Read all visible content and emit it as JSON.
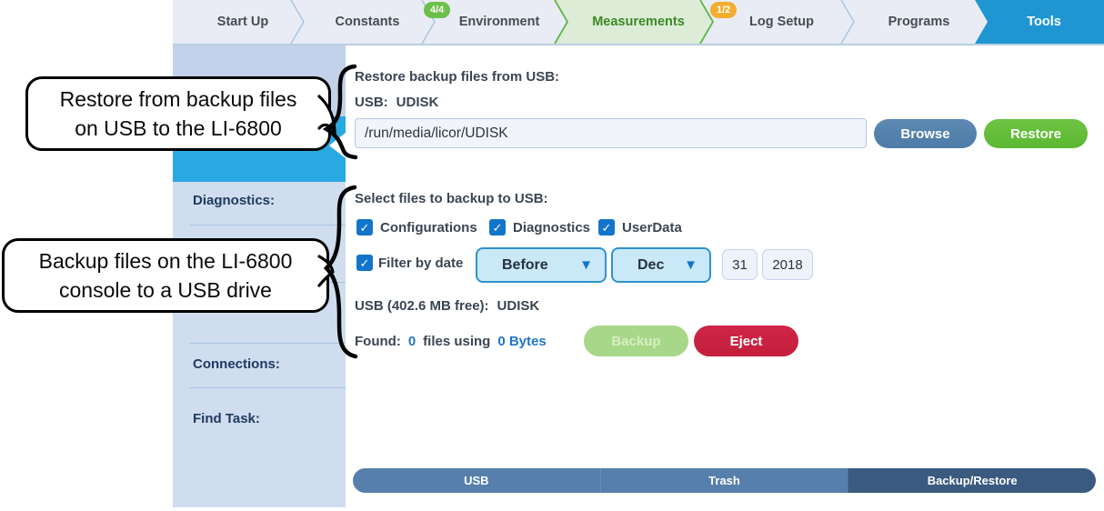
{
  "tab_bar": {
    "tabs": [
      {
        "label": "Start Up"
      },
      {
        "label": "Constants"
      },
      {
        "label": "Environment",
        "badge": "4/4"
      },
      {
        "label": "Measurements"
      },
      {
        "label": "Log Setup",
        "badge": "1/2"
      },
      {
        "label": "Programs"
      },
      {
        "label": "Tools"
      }
    ],
    "active_tab": "Tools"
  },
  "sidebar": {
    "items": [
      "Diagnostics:",
      "Connections:",
      "Find Task:"
    ]
  },
  "restore_section": {
    "heading": "Restore backup files from USB:",
    "usb_label": "USB:",
    "usb_value": "UDISK",
    "path_value": "/run/media/licor/UDISK",
    "browse_label": "Browse",
    "restore_label": "Restore"
  },
  "backup_section": {
    "heading": "Select files to backup to USB:",
    "checkboxes": [
      "Configurations",
      "Diagnostics",
      "UserData"
    ],
    "filter_label": "Filter by date",
    "range_value": "Before",
    "month_value": "Dec",
    "day_value": "31",
    "year_value": "2018",
    "dropdown_arrow": "▼",
    "check_glyph": "✓",
    "usb_free_label": "USB (402.6 MB free):",
    "usb_free_value": "UDISK",
    "found_label": "Found:",
    "found_count": "0",
    "found_connector": "files using",
    "found_size": "0 Bytes",
    "backup_label": "Backup",
    "eject_label": "Eject"
  },
  "bottom_bar": {
    "items": [
      "USB",
      "Trash",
      "Backup/Restore"
    ],
    "active": "Backup/Restore"
  },
  "callouts": [
    {
      "text_line1": "Restore from backup files",
      "text_line2": "on USB to the LI-6800"
    },
    {
      "text_line1": "Backup files on the LI-6800",
      "text_line2": "console to a USB drive"
    }
  ],
  "colors": {
    "tools_tab_blue": "#1f96d2",
    "measurements_green": "#3c8a26",
    "badge_green": "#6cc04a",
    "badge_orange": "#f2ad31",
    "sidebar_active_blue": "#29a9e2",
    "checkbox_blue": "#1375c9",
    "link_blue": "#2176c7",
    "browse_blue": "#4d7ba7",
    "restore_green": "#5cb832",
    "backup_disabled_green": "#a7d789",
    "eject_red": "#c41f3e",
    "bottombar_blue": "#567fac",
    "bottombar_active_blue": "#3a5a80"
  }
}
